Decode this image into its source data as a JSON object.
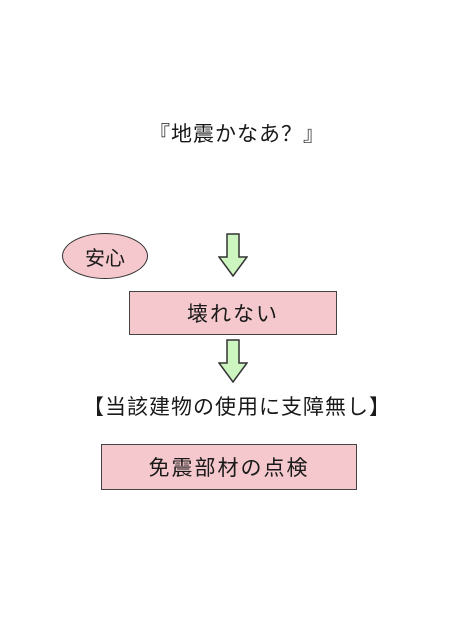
{
  "diagram": {
    "question": "『地震かなあ？』",
    "relief_label": "安心",
    "box1_label": "壊れない",
    "status_text": "【当該建物の使用に支障無し】",
    "box2_label": "免震部材の点検"
  },
  "colors": {
    "box_fill": "#f4c8cc",
    "arrow_fill": "#ccf5c0",
    "outline": "#333333"
  }
}
